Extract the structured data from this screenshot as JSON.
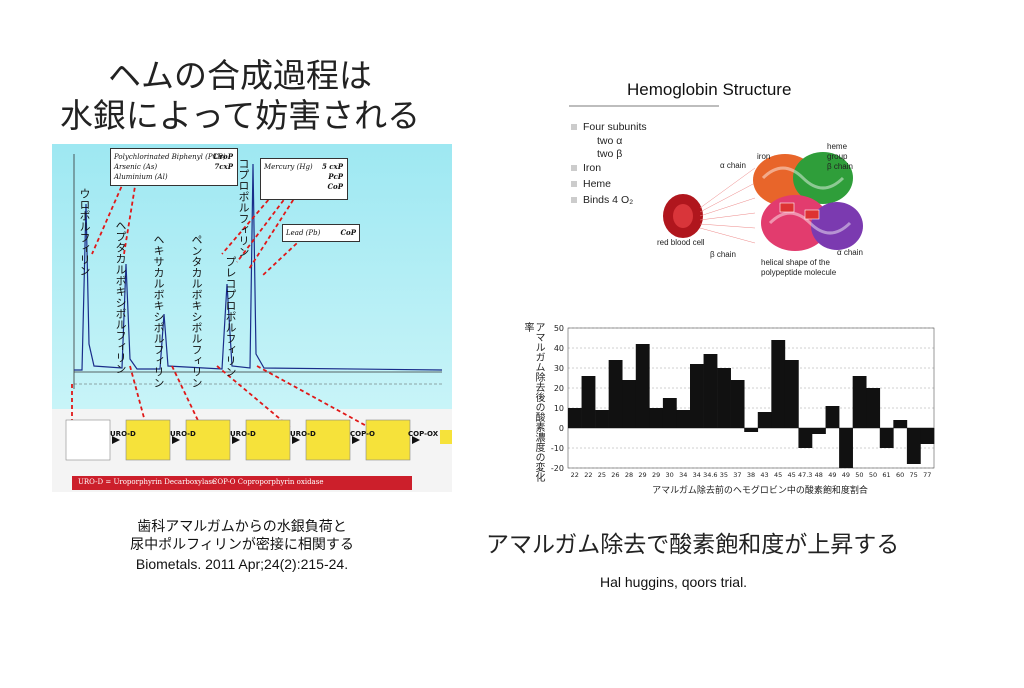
{
  "left": {
    "title_line1": "ヘムの合成過程は",
    "title_line2": "水銀によって妨害される",
    "caption_line1": "歯科アマルガムからの水銀負荷と",
    "caption_line2": "尿中ポルフィリンが密接に相関する",
    "caption_line3": "Biometals. 2011 Apr;24(2):215-24.",
    "chromatogram": {
      "peaks_jp": [
        "ウロポルフィリン",
        "ヘプタカルボキシポルフィリン",
        "ヘキサカルボキシポルフィリン",
        "ペンタカルボキシポルフィリン",
        "コプロポルフィリン",
        "プレコプロポルフィリン"
      ],
      "box_pcb": [
        "Polychlorinated Biphenyl (PCB)",
        "Arsenic (As)",
        "Aluminium (Al)"
      ],
      "box_pcb_marks": [
        "UroP",
        "7cxP"
      ],
      "box_hg": "Mercury (Hg)",
      "box_hg_marks": [
        "5 cxP",
        "PcP",
        "CoP"
      ],
      "box_pb": "Lead (Pb)",
      "box_pb_marks": [
        "CoP"
      ],
      "footer": [
        "URO-D = Uroporphyrin Decarboxylase",
        "COP-O Coproporphyrin oxidase"
      ],
      "pathway_labels": [
        "URO-D",
        "URO-D",
        "URO-D",
        "URO-D",
        "COP-O",
        "COP-OX"
      ]
    }
  },
  "right": {
    "hemoglobin": {
      "title": "Hemoglobin Structure",
      "items": [
        "Four subunits",
        "two α",
        "two β",
        "Iron",
        "Heme",
        "Binds 4 O₂"
      ],
      "labels": [
        "iron",
        "heme",
        "group",
        "β chain",
        "α chain",
        "red blood cell",
        "β chain",
        "helical shape of the",
        "polypeptide molecule",
        "α chain"
      ]
    },
    "caption_main": "アマルガム除去で酸素飽和度が上昇する",
    "caption_sub": "Hal huggins, qoors trial."
  },
  "chart_data": {
    "type": "bar",
    "ylabel": "アマルガム除去後の酸素濃度の変化率",
    "xlabel": "アマルガム除去前のヘモグロビン中の酸素飽和度割合",
    "ylim": [
      -20,
      50
    ],
    "yticks": [
      -20,
      -10,
      0,
      10,
      20,
      30,
      40,
      50
    ],
    "categories": [
      "22",
      "22",
      "25",
      "26",
      "28",
      "29",
      "29",
      "30",
      "34",
      "34",
      "34.6",
      "35",
      "37",
      "38",
      "43",
      "45",
      "45",
      "47.3",
      "48",
      "49",
      "49",
      "50",
      "50",
      "61",
      "60",
      "75",
      "77"
    ],
    "values": [
      10,
      26,
      9,
      34,
      24,
      42,
      10,
      15,
      9,
      32,
      37,
      30,
      24,
      -2,
      8,
      44,
      34,
      -10,
      -3,
      11,
      -20,
      26,
      20,
      -10,
      4,
      -18,
      -8
    ],
    "colors": {
      "bar": "#111111",
      "grid": "#888888"
    }
  }
}
